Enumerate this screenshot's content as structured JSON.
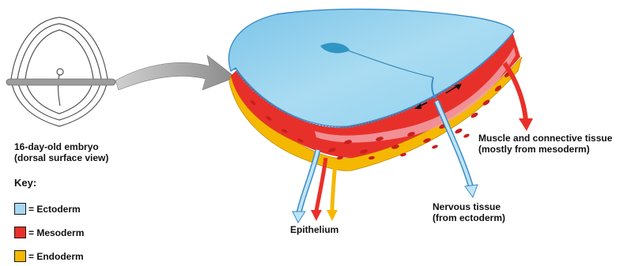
{
  "figure": {
    "embryo_caption_line1": "16-day-old embryo",
    "embryo_caption_line2": "(dorsal surface view)"
  },
  "key": {
    "title": "Key:",
    "items": [
      {
        "label": "= Ectoderm",
        "color": "#a8d8f0"
      },
      {
        "label": "= Mesoderm",
        "color": "#e8302a"
      },
      {
        "label": "= Endoderm",
        "color": "#f5b800"
      }
    ]
  },
  "labels": {
    "epithelium": "Epithelium",
    "nervous_line1": "Nervous tissue",
    "nervous_line2": "(from ectoderm)",
    "muscle_line1": "Muscle and connective tissue",
    "muscle_line2": "(mostly from mesoderm)"
  },
  "colors": {
    "ectoderm": "#a8d8f0",
    "ectoderm_dark": "#3a8cc8",
    "mesoderm": "#e8302a",
    "mesoderm_light": "#f2a0a8",
    "endoderm": "#f5b800",
    "pointer_arrow": "#9a9a9a"
  }
}
